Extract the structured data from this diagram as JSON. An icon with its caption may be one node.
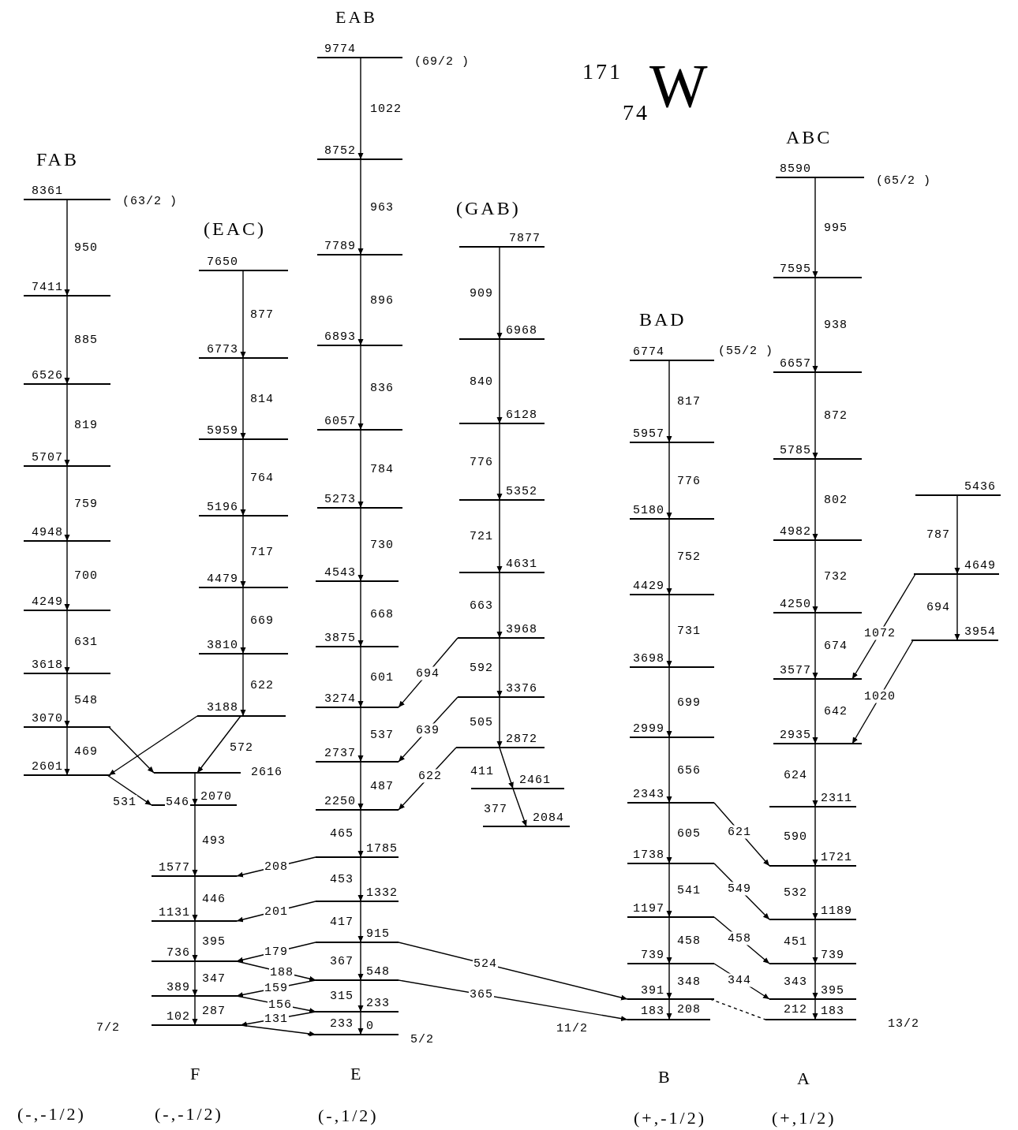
{
  "diagram": {
    "title": "$^{171}$$_{74}$W",
    "nodes": [
      {
        "text": [
          "8361"
        ],
        "beside": [
          "(63/2 )"
        ]
      },
      {
        "text": [
          "7411"
        ]
      },
      {
        "text": [
          "6526"
        ]
      },
      {
        "text": [
          "5707"
        ]
      },
      {
        "text": [
          "4948"
        ]
      },
      {
        "text": [
          "4249"
        ]
      },
      {
        "text": [
          "3618"
        ]
      },
      {
        "text": [
          "3070"
        ]
      },
      {
        "text": [
          "2601"
        ]
      },
      {
        "text": [
          "7650"
        ]
      },
      {
        "text": [
          "6773"
        ]
      },
      {
        "text": [
          "5959"
        ]
      },
      {
        "text": [
          "5196"
        ]
      },
      {
        "text": [
          "4479"
        ]
      },
      {
        "text": [
          "3810"
        ]
      },
      {
        "text": [
          "3188"
        ]
      },
      {
        "text": [
          "2616"
        ]
      },
      {
        "text": [
          "2070"
        ]
      },
      {
        "text": [
          "1577"
        ]
      },
      {
        "text": [
          "1131"
        ]
      },
      {
        "text": [
          "736"
        ]
      },
      {
        "text": [
          "389"
        ]
      },
      {
        "text": [
          "102"
        ],
        "beside": [
          "7/2"
        ]
      },
      {
        "text": [
          "9774"
        ],
        "beside": [
          "(69/2 )"
        ]
      },
      {
        "text": [
          "8752"
        ]
      },
      {
        "text": [
          "7789"
        ]
      },
      {
        "text": [
          "6893"
        ]
      },
      {
        "text": [
          "6057"
        ]
      },
      {
        "text": [
          "5273"
        ]
      },
      {
        "text": [
          "4543"
        ]
      },
      {
        "text": [
          "3875"
        ]
      },
      {
        "text": [
          "3274"
        ]
      },
      {
        "text": [
          "2737"
        ]
      },
      {
        "text": [
          "2250"
        ]
      },
      {
        "text": [
          "1785"
        ]
      },
      {
        "text": [
          "1332"
        ]
      },
      {
        "text": [
          "915"
        ]
      },
      {
        "text": [
          "548"
        ]
      },
      {
        "text": [
          "233"
        ]
      },
      {
        "text": [
          "0"
        ],
        "beside": [
          "5/2"
        ]
      },
      {
        "text": [
          "7877"
        ]
      },
      {
        "text": [
          "6968"
        ]
      },
      {
        "text": [
          "6128"
        ]
      },
      {
        "text": [
          "5352"
        ]
      },
      {
        "text": [
          "4631"
        ]
      },
      {
        "text": [
          "3968"
        ]
      },
      {
        "text": [
          "3376"
        ]
      },
      {
        "text": [
          "2872"
        ]
      },
      {
        "text": [
          "2461"
        ]
      },
      {
        "text": [
          "2084"
        ]
      },
      {
        "text": [
          "6774"
        ],
        "beside": [
          "(55/2 )"
        ]
      },
      {
        "text": [
          "5957"
        ]
      },
      {
        "text": [
          "5180"
        ]
      },
      {
        "text": [
          "4429"
        ]
      },
      {
        "text": [
          "3698"
        ]
      },
      {
        "text": [
          "2999"
        ]
      },
      {
        "text": [
          "2343"
        ]
      },
      {
        "text": [
          "1738"
        ]
      },
      {
        "text": [
          "1197"
        ]
      },
      {
        "text": [
          "739"
        ]
      },
      {
        "text": [
          "391"
        ]
      },
      {
        "text": [
          "183"
        ],
        "beside": [
          "11/2"
        ]
      },
      {
        "text": [
          "8590"
        ],
        "beside": [
          "(65/2 )"
        ]
      },
      {
        "text": [
          "7595"
        ]
      },
      {
        "text": [
          "6657"
        ]
      },
      {
        "text": [
          "5785"
        ]
      },
      {
        "text": [
          "4982"
        ]
      },
      {
        "text": [
          "4250"
        ]
      },
      {
        "text": [
          "3577"
        ]
      },
      {
        "text": [
          "2935"
        ]
      },
      {
        "text": [
          "2311"
        ]
      },
      {
        "text": [
          "1721"
        ]
      },
      {
        "text": [
          "1189"
        ]
      },
      {
        "text": [
          "739"
        ]
      },
      {
        "text": [
          "395"
        ]
      },
      {
        "text": [
          "183"
        ],
        "beside": [
          "13/2"
        ]
      },
      {
        "text": [
          "5436"
        ]
      },
      {
        "text": [
          "4649"
        ]
      },
      {
        "text": [
          "3954"
        ]
      }
    ],
    "edges": [
      {
        "from": 0,
        "to": 1,
        "arrow": "to",
        "label": "950"
      },
      {
        "from": 1,
        "to": 2,
        "arrow": "to",
        "label": "885"
      },
      {
        "from": 2,
        "to": 3,
        "arrow": "to",
        "label": "819"
      },
      {
        "from": 3,
        "to": 4,
        "arrow": "to",
        "label": "759"
      },
      {
        "from": 4,
        "to": 5,
        "arrow": "to",
        "label": "700"
      },
      {
        "from": 5,
        "to": 6,
        "arrow": "to",
        "label": "631"
      },
      {
        "from": 6,
        "to": 7,
        "arrow": "to",
        "label": "548"
      },
      {
        "from": 7,
        "to": 8,
        "arrow": "to",
        "label": "469"
      },
      {
        "from": 9,
        "to": 10,
        "arrow": "to",
        "label": "877"
      },
      {
        "from": 10,
        "to": 11,
        "arrow": "to",
        "label": "814"
      },
      {
        "from": 11,
        "to": 12,
        "arrow": "to",
        "label": "764"
      },
      {
        "from": 12,
        "to": 13,
        "arrow": "to",
        "label": "717"
      },
      {
        "from": 13,
        "to": 14,
        "arrow": "to",
        "label": "669"
      },
      {
        "from": 14,
        "to": 15,
        "arrow": "to",
        "label": "622"
      },
      {
        "from": 15,
        "to": 16,
        "arrow": "to",
        "label": "572"
      },
      {
        "from": 7,
        "to": 16,
        "arrow": "to"
      },
      {
        "from": 15,
        "to": 8,
        "arrow": "to"
      },
      {
        "from": 8,
        "to": 17,
        "arrow": "to",
        "label": "531"
      },
      {
        "from": 16,
        "to": 17,
        "arrow": "to",
        "label": "546"
      },
      {
        "from": 17,
        "to": 18,
        "arrow": "to",
        "label": "493"
      },
      {
        "from": 18,
        "to": 19,
        "arrow": "to",
        "label": "446"
      },
      {
        "from": 19,
        "to": 20,
        "arrow": "to",
        "label": "395"
      },
      {
        "from": 20,
        "to": 21,
        "arrow": "to",
        "label": "347"
      },
      {
        "from": 21,
        "to": 22,
        "arrow": "to",
        "label": "287"
      },
      {
        "from": 23,
        "to": 24,
        "arrow": "to",
        "label": "1022"
      },
      {
        "from": 24,
        "to": 25,
        "arrow": "to",
        "label": "963"
      },
      {
        "from": 25,
        "to": 26,
        "arrow": "to",
        "label": "896"
      },
      {
        "from": 26,
        "to": 27,
        "arrow": "to",
        "label": "836"
      },
      {
        "from": 27,
        "to": 28,
        "arrow": "to",
        "label": "784"
      },
      {
        "from": 28,
        "to": 29,
        "arrow": "to",
        "label": "730"
      },
      {
        "from": 29,
        "to": 30,
        "arrow": "to",
        "label": "668"
      },
      {
        "from": 30,
        "to": 31,
        "arrow": "to",
        "label": "601"
      },
      {
        "from": 31,
        "to": 32,
        "arrow": "to",
        "label": "537"
      },
      {
        "from": 32,
        "to": 33,
        "arrow": "to",
        "label": "487"
      },
      {
        "from": 33,
        "to": 34,
        "arrow": "to",
        "label": "465"
      },
      {
        "from": 34,
        "to": 35,
        "arrow": "to",
        "label": "453"
      },
      {
        "from": 35,
        "to": 36,
        "arrow": "to",
        "label": "417"
      },
      {
        "from": 36,
        "to": 37,
        "arrow": "to",
        "label": "367"
      },
      {
        "from": 37,
        "to": 38,
        "arrow": "to",
        "label": "315"
      },
      {
        "from": 38,
        "to": 39,
        "arrow": "to",
        "label": "233"
      },
      {
        "from": 34,
        "to": 18,
        "arrow": "to",
        "label": "208"
      },
      {
        "from": 35,
        "to": 19,
        "arrow": "to",
        "label": "201"
      },
      {
        "from": 36,
        "to": 20,
        "arrow": "to",
        "label": "179"
      },
      {
        "from": 20,
        "to": 37,
        "arrow": "to",
        "label": "188"
      },
      {
        "from": 37,
        "to": 21,
        "arrow": "to",
        "label": "159"
      },
      {
        "from": 21,
        "to": 38,
        "arrow": "to",
        "label": "156"
      },
      {
        "from": 38,
        "to": 22,
        "arrow": "to",
        "label": "131"
      },
      {
        "from": 22,
        "to": 39,
        "arrow": "to"
      },
      {
        "from": 40,
        "to": 41,
        "arrow": "to",
        "label": "909"
      },
      {
        "from": 41,
        "to": 42,
        "arrow": "to",
        "label": "840"
      },
      {
        "from": 42,
        "to": 43,
        "arrow": "to",
        "label": "776"
      },
      {
        "from": 43,
        "to": 44,
        "arrow": "to",
        "label": "721"
      },
      {
        "from": 44,
        "to": 45,
        "arrow": "to",
        "label": "663"
      },
      {
        "from": 45,
        "to": 46,
        "arrow": "to",
        "label": "592"
      },
      {
        "from": 46,
        "to": 47,
        "arrow": "to",
        "label": "505"
      },
      {
        "from": 47,
        "to": 48,
        "arrow": "to",
        "label": "411"
      },
      {
        "from": 48,
        "to": 49,
        "arrow": "to",
        "label": "377"
      },
      {
        "from": 45,
        "to": 31,
        "arrow": "to",
        "label": "694"
      },
      {
        "from": 46,
        "to": 32,
        "arrow": "to",
        "label": "639"
      },
      {
        "from": 47,
        "to": 33,
        "arrow": "to",
        "label": "622"
      },
      {
        "from": 50,
        "to": 51,
        "arrow": "to",
        "label": "817"
      },
      {
        "from": 51,
        "to": 52,
        "arrow": "to",
        "label": "776"
      },
      {
        "from": 52,
        "to": 53,
        "arrow": "to",
        "label": "752"
      },
      {
        "from": 53,
        "to": 54,
        "arrow": "to",
        "label": "731"
      },
      {
        "from": 54,
        "to": 55,
        "arrow": "to",
        "label": "699"
      },
      {
        "from": 55,
        "to": 56,
        "arrow": "to",
        "label": "656"
      },
      {
        "from": 56,
        "to": 57,
        "arrow": "to",
        "label": "605"
      },
      {
        "from": 57,
        "to": 58,
        "arrow": "to",
        "label": "541"
      },
      {
        "from": 58,
        "to": 59,
        "arrow": "to",
        "label": "458"
      },
      {
        "from": 59,
        "to": 60,
        "arrow": "to",
        "label": "348"
      },
      {
        "from": 60,
        "to": 61,
        "arrow": "to",
        "label": "208"
      },
      {
        "from": 56,
        "to": 71,
        "arrow": "to",
        "label": "621"
      },
      {
        "from": 57,
        "to": 72,
        "arrow": "to",
        "label": "549"
      },
      {
        "from": 58,
        "to": 73,
        "arrow": "to",
        "label": "458"
      },
      {
        "from": 59,
        "to": 74,
        "arrow": "to",
        "label": "344"
      },
      {
        "from": 60,
        "to": 75,
        "arrow": "none",
        "style": "dashed"
      },
      {
        "from": 36,
        "to": 60,
        "arrow": "to",
        "label": "524"
      },
      {
        "from": 37,
        "to": 61,
        "arrow": "to",
        "label": "365"
      },
      {
        "from": 62,
        "to": 63,
        "arrow": "to",
        "label": "995"
      },
      {
        "from": 63,
        "to": 64,
        "arrow": "to",
        "label": "938"
      },
      {
        "from": 64,
        "to": 65,
        "arrow": "to",
        "label": "872"
      },
      {
        "from": 65,
        "to": 66,
        "arrow": "to",
        "label": "802"
      },
      {
        "from": 66,
        "to": 67,
        "arrow": "to",
        "label": "732"
      },
      {
        "from": 67,
        "to": 68,
        "arrow": "to",
        "label": "674"
      },
      {
        "from": 68,
        "to": 69,
        "arrow": "to",
        "label": "642"
      },
      {
        "from": 69,
        "to": 70,
        "arrow": "to",
        "label": "624"
      },
      {
        "from": 70,
        "to": 71,
        "arrow": "to",
        "label": "590"
      },
      {
        "from": 71,
        "to": 72,
        "arrow": "to",
        "label": "532"
      },
      {
        "from": 72,
        "to": 73,
        "arrow": "to",
        "label": "451"
      },
      {
        "from": 73,
        "to": 74,
        "arrow": "to",
        "label": "343"
      },
      {
        "from": 74,
        "to": 75,
        "arrow": "to",
        "label": "212"
      },
      {
        "from": 76,
        "to": 77,
        "arrow": "to",
        "label": "787"
      },
      {
        "from": 77,
        "to": 78,
        "arrow": "to",
        "label": "694"
      },
      {
        "from": 77,
        "to": 68,
        "arrow": "to",
        "label": "1072"
      },
      {
        "from": 78,
        "to": 69,
        "arrow": "to",
        "label": "1020"
      }
    ],
    "labels": [
      "EAB",
      "FAB",
      "(EAC)",
      "(GAB)",
      "BAD",
      "ABC",
      "F",
      "E",
      "B",
      "A",
      "(-,-1/2)",
      "(-,-1/2)",
      "(-,1/2)",
      "(+,-1/2)",
      "(+,1/2)"
    ]
  }
}
